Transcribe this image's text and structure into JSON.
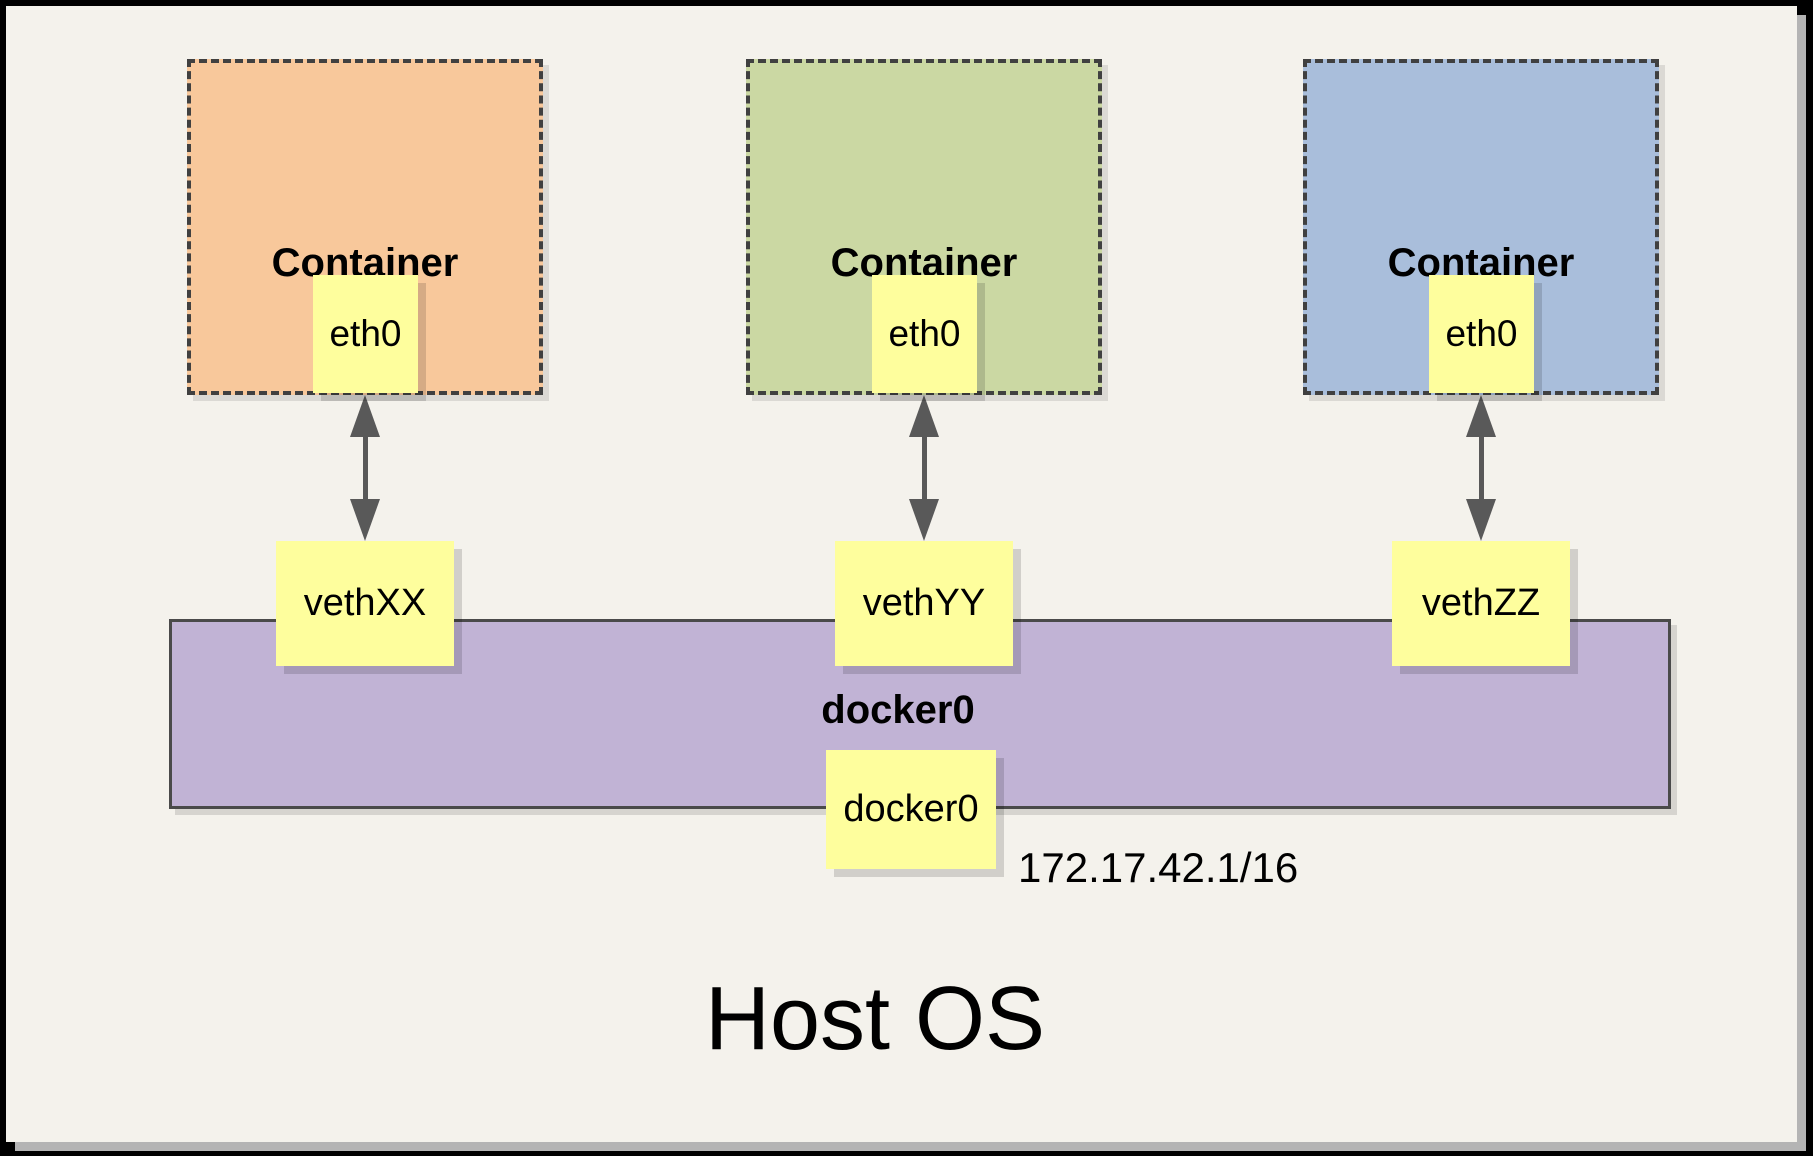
{
  "containers": [
    {
      "name": "Container",
      "interface": "eth0",
      "veth": "vethXX",
      "fill": "#F8C89B"
    },
    {
      "name": "Container",
      "interface": "eth0",
      "veth": "vethYY",
      "fill": "#CBD8A3"
    },
    {
      "name": "Container",
      "interface": "eth0",
      "veth": "vethZZ",
      "fill": "#A9BEDB"
    }
  ],
  "bridge": {
    "label": "docker0",
    "interface": "docker0",
    "ip": "172.17.42.1/16",
    "fill": "#C1B3D5"
  },
  "host": {
    "label": "Host OS"
  },
  "colors": {
    "frame": "#000000",
    "panel_background": "#F4F2EC",
    "note_yellow": "#FEFE9D",
    "dashed_border": "#404040",
    "arrow_gray": "#595959",
    "bridge_border": "#4A4A4A"
  }
}
